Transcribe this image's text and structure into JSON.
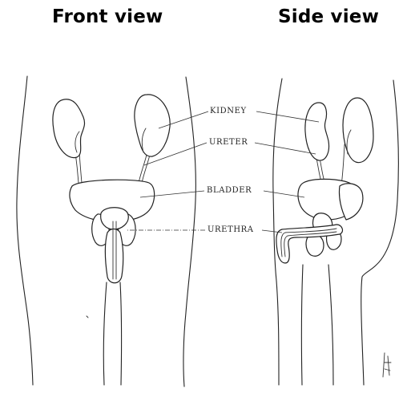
{
  "titles": {
    "front": "Front view",
    "side": "Side view"
  },
  "labels": {
    "kidney": "KIDNEY",
    "ureter": "URETER",
    "bladder": "BLADDER",
    "urethra": "URETHRA"
  },
  "colors": {
    "line": "#222222",
    "background": "#ffffff"
  }
}
